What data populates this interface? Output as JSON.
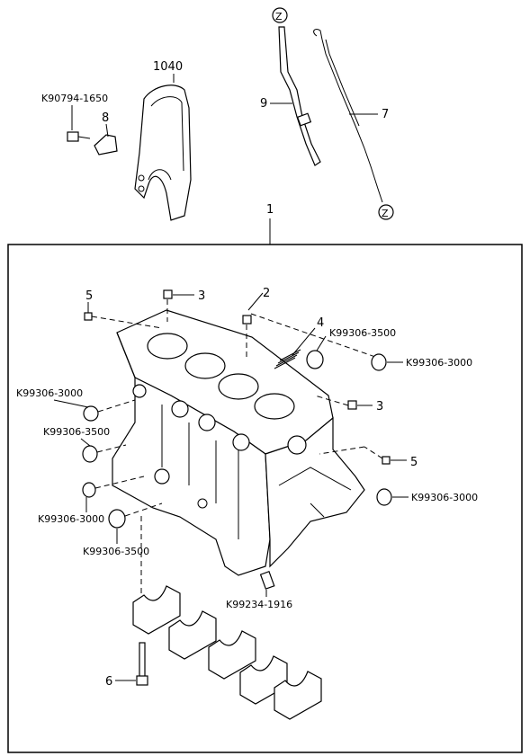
{
  "callouts": {
    "assembly_main": "1",
    "c2": "2",
    "c3a": "3",
    "c3b": "3",
    "c4": "4",
    "c5a": "5",
    "c5b": "5",
    "c6": "6",
    "c7": "7",
    "c8": "8",
    "c9": "9",
    "c1040": "1040",
    "z1": "Z",
    "z2": "Z"
  },
  "part_numbers": {
    "p90794": "K90794-1650",
    "p99306_3500_top": "K99306-3500",
    "p99306_3000_right": "K99306-3000",
    "p99306_3000_left": "K99306-3000",
    "p99306_3500_left": "K99306-3500",
    "p99306_3000_rear": "K99306-3000",
    "p99306_3000_bottom": "K99306-3000",
    "p99306_3500_bottom": "K99306-3500",
    "p99234": "K99234-1916"
  }
}
